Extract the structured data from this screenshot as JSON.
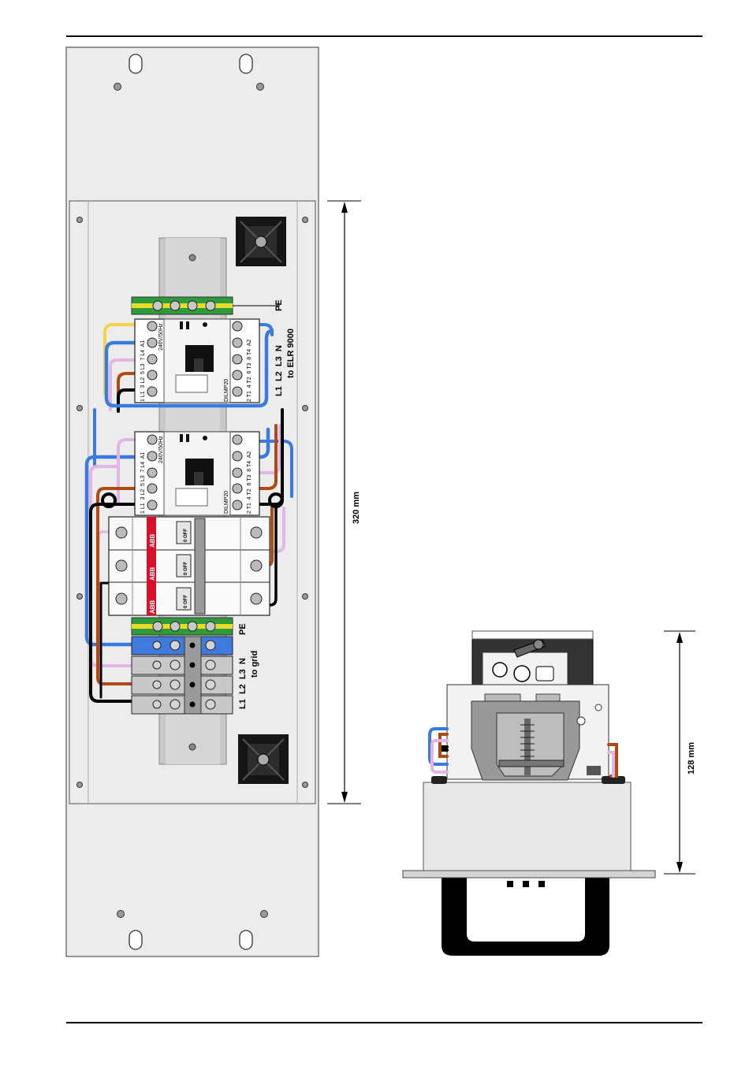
{
  "labels": {
    "pe_top": "PE",
    "to_elr": "L1  L2  L3  N",
    "to_elr_sub": "to ELR 9000",
    "pe_bottom": "PE",
    "to_grid": "L1  L2  L3  N",
    "to_grid_sub": "to grid",
    "dim_height": "320 mm",
    "dim_depth": "128 mm"
  },
  "contactor": {
    "left_terminals": "1 L1  3 L2  5 L3  7 L4  A1",
    "coil": "240V/50Hz",
    "right_terminals": "2 T1  4 T2  6 T3  8 T4  A2",
    "model": "DILMP20"
  },
  "breakers": {
    "brand": "ABB",
    "state": "0 OFF"
  },
  "colors": {
    "blue_wire": "#3a7be0",
    "brown_wire": "#b04a14",
    "black_wire": "#000000",
    "pink_wire": "#e3b4e6",
    "yellow_wire": "#f2d34a",
    "pe_green": "#2e9a3b",
    "pe_yellow": "#e8dc2a",
    "n_blue": "#3e7bdc",
    "abb_red": "#d8102a",
    "panel_gray": "#ececec"
  }
}
